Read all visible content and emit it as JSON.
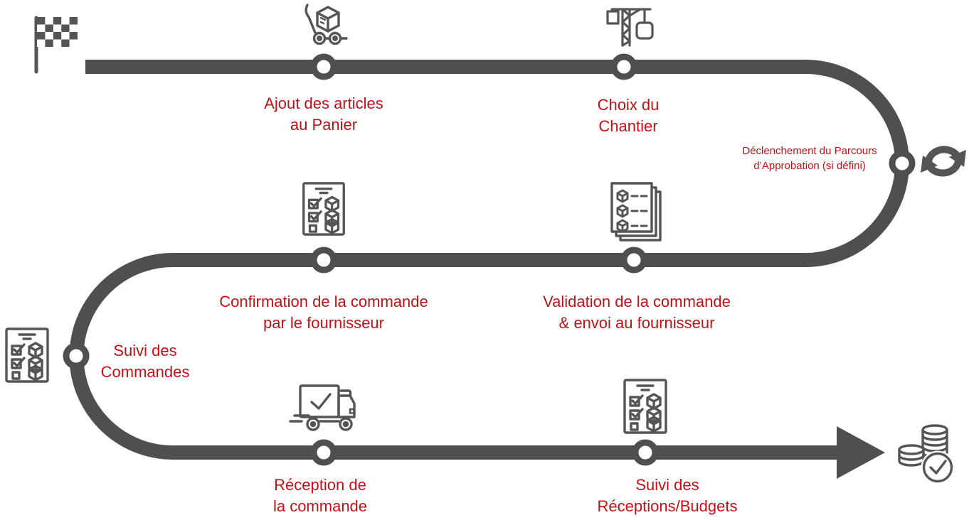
{
  "diagram": {
    "language": "fr",
    "colors": {
      "path-color": "#4f4f4f",
      "icon-color": "#555555",
      "label-color": "#c11118"
    },
    "start_marker": {
      "icon": "checkered-flag-icon"
    },
    "end_marker": {
      "icon": "coins-check-icon"
    },
    "steps": [
      {
        "id": 1,
        "icon": "hand-truck-box-icon",
        "label_line1": "Ajout des articles",
        "label_line2": "au Panier"
      },
      {
        "id": 2,
        "icon": "tower-crane-icon",
        "label_line1": "Choix du",
        "label_line2": "Chantier"
      },
      {
        "id": 3,
        "icon": "sync-arrows-icon",
        "label_line1": "Déclenchement du Parcours",
        "label_line2": "d’Approbation (si défini)"
      },
      {
        "id": 4,
        "icon": "order-pages-icon",
        "label_line1": "Validation de la commande",
        "label_line2": "& envoi au fournisseur"
      },
      {
        "id": 5,
        "icon": "order-checklist-icon",
        "label_line1": "Confirmation de la commande",
        "label_line2": "par le fournisseur"
      },
      {
        "id": 6,
        "icon": "order-checklist-icon",
        "label_line1": "Suivi des",
        "label_line2": "Commandes"
      },
      {
        "id": 7,
        "icon": "delivery-truck-icon",
        "label_line1": "Réception de",
        "label_line2": "la commande"
      },
      {
        "id": 8,
        "icon": "order-checklist-icon",
        "label_line1": "Suivi des",
        "label_line2": "Réceptions/Budgets"
      }
    ]
  }
}
